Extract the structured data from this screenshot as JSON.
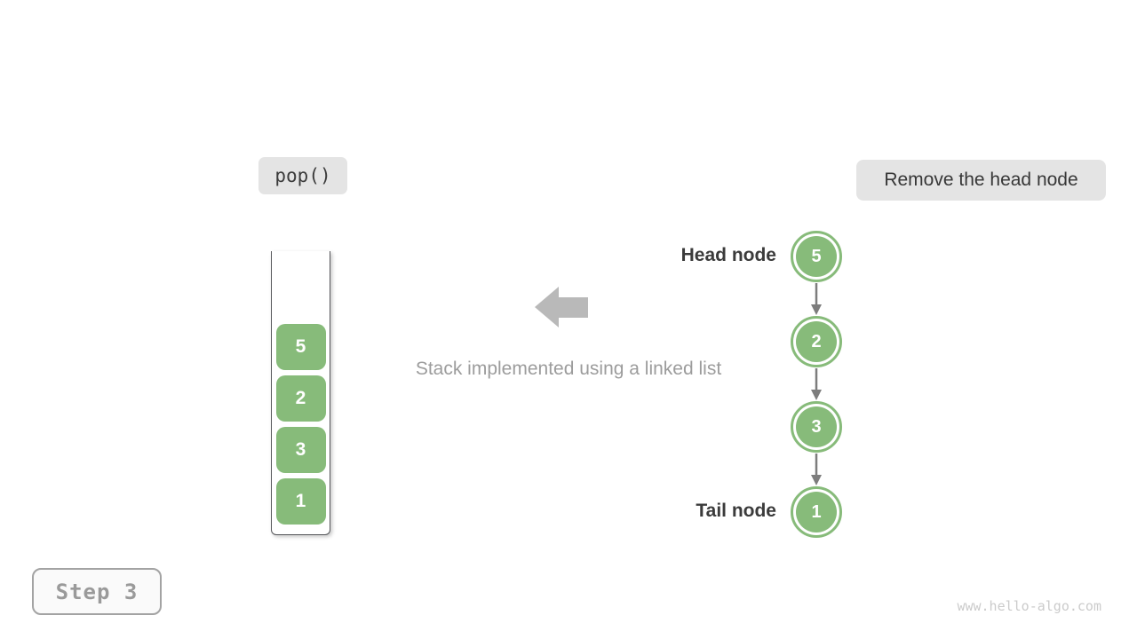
{
  "labels": {
    "operation": "pop()",
    "description": "Remove the head node",
    "caption": "Stack implemented using a linked list",
    "step": "Step 3",
    "head_node": "Head node",
    "tail_node": "Tail node"
  },
  "stack": {
    "items": [
      "5",
      "2",
      "3",
      "1"
    ]
  },
  "linked_list": {
    "nodes": [
      "5",
      "2",
      "3",
      "1"
    ]
  },
  "watermark": "www.hello-algo.com",
  "colors": {
    "node_green": "#87bb7a",
    "box_gray": "#e4e4e4",
    "big_arrow_gray": "#b9b9b9",
    "link_arrow_gray": "#7d7d7d",
    "container_border": "#55565a",
    "dark_text": "#3b3b3b",
    "caption_gray": "#9c9c9c",
    "step_gray": "#9a9a9a",
    "watermark_gray": "#cbcbcb"
  }
}
